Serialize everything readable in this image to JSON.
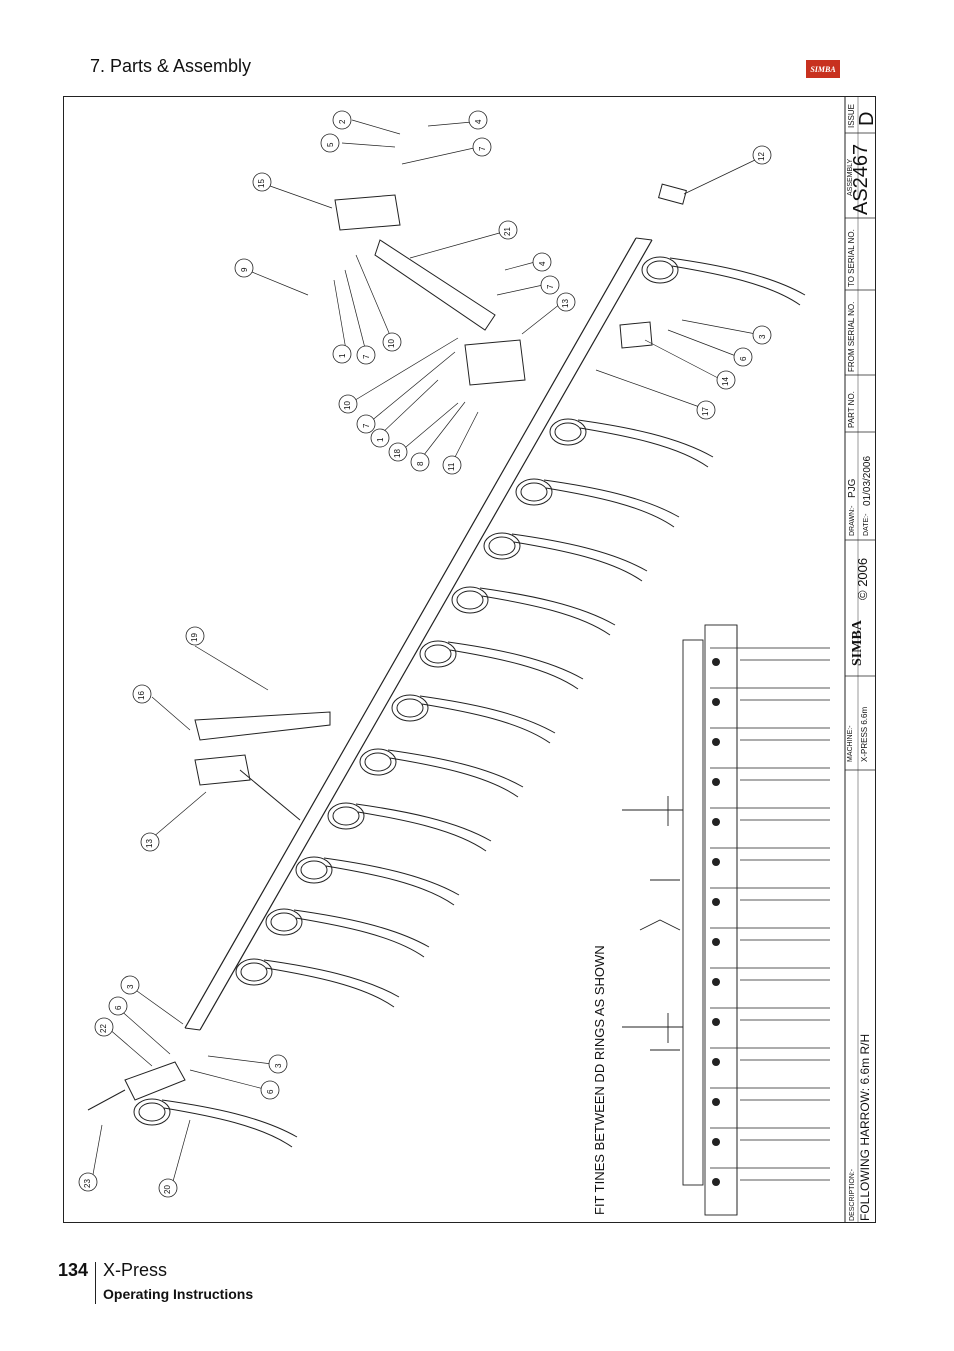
{
  "header": {
    "section_title": "7. Parts & Assembly"
  },
  "footer": {
    "page_number": "134",
    "product": "X-Press",
    "subtitle": "Operating Instructions"
  },
  "title_block": {
    "issue_label": "ISSUE",
    "issue_value": "D",
    "assembly_label": "ASSEMBLY",
    "assembly_no": "AS2467",
    "to_serial_label": "TO SERIAL NO.",
    "from_serial_label": "FROM SERIAL NO.",
    "part_no_label": "PART NO.",
    "drawn_label": "DRAWN:-",
    "drawn_value": "PJG",
    "date_label": "DATE:-",
    "date_value": "01/03/2006",
    "copyright": "© 2006",
    "brand": "SIMBA",
    "machine_label": "MACHINE:-",
    "machine_value": "X-PRESS 6.6m",
    "description_label": "DESCRIPTION:-",
    "description_value": "FOLLOWING HARROW: 6.6m R/H"
  },
  "note": "FIT TINES BETWEEN DD RINGS AS SHOWN",
  "callouts": [
    "2",
    "4",
    "5",
    "7",
    "15",
    "12",
    "21",
    "4",
    "7",
    "9",
    "13",
    "1",
    "7",
    "10",
    "3",
    "6",
    "14",
    "10",
    "7",
    "1",
    "17",
    "18",
    "8",
    "11",
    "19",
    "16",
    "13",
    "3",
    "6",
    "22",
    "3",
    "6",
    "23",
    "20"
  ]
}
